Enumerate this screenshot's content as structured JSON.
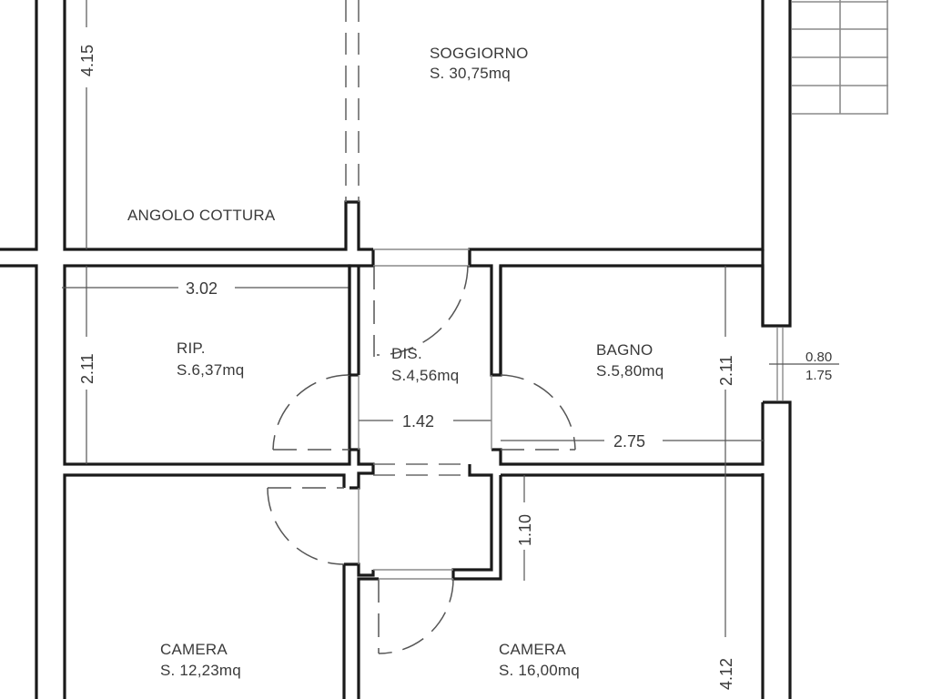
{
  "floorplan": {
    "rooms": [
      {
        "id": "soggiorno",
        "name": "SOGGIORNO",
        "area": "S. 30,75mq"
      },
      {
        "id": "angolo-cottura",
        "name": "ANGOLO COTTURA"
      },
      {
        "id": "rip",
        "name": "RIP.",
        "area": "S.6,37mq"
      },
      {
        "id": "dis",
        "name": "DIS.",
        "area": "S.4,56mq"
      },
      {
        "id": "bagno",
        "name": "BAGNO",
        "area": "S.5,80mq"
      },
      {
        "id": "camera-1",
        "name": "CAMERA",
        "area": "S. 12,23mq"
      },
      {
        "id": "camera-2",
        "name": "CAMERA",
        "area": "S. 16,00mq"
      }
    ],
    "dimensions": {
      "kitchen_height": "4.15",
      "rip_width": "3.02",
      "rip_height": "2.11",
      "dis_width": "1.42",
      "bagno_width": "2.75",
      "bagno_height": "2.11",
      "camera2_offset": "1.10",
      "camera2_height": "4.12"
    },
    "window": {
      "width": "0.80",
      "height": "1.75"
    },
    "colors": {
      "wall": "#1a1a1a",
      "text": "#3a3a3a",
      "background": "#ffffff"
    }
  }
}
